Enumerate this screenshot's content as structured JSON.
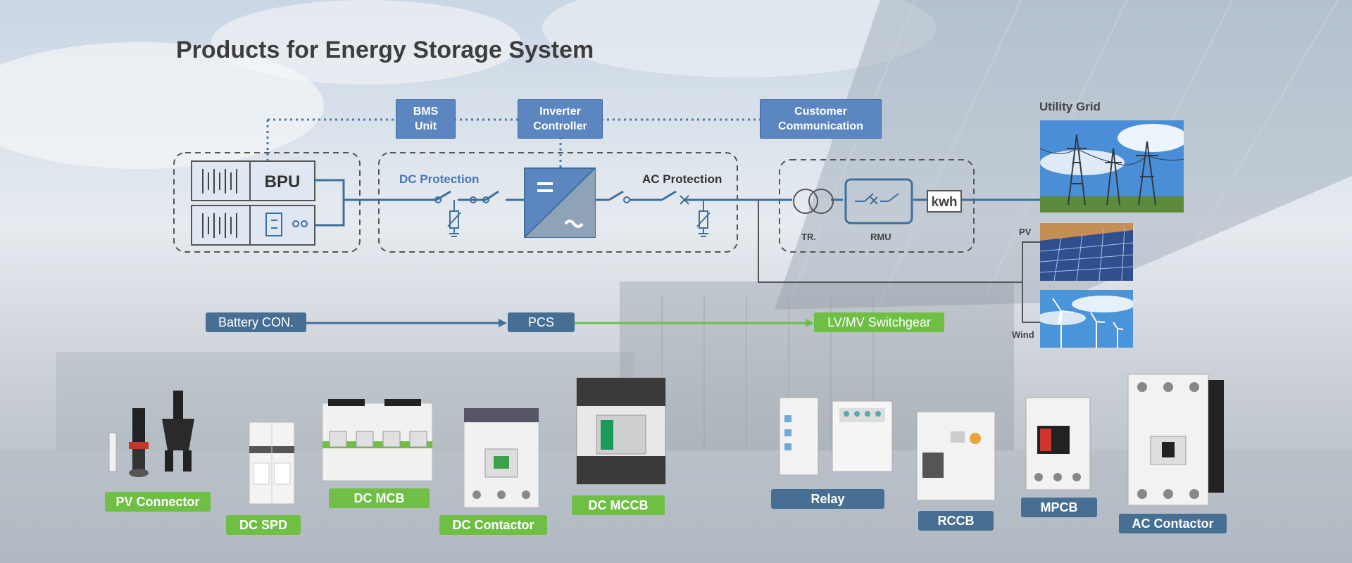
{
  "title": "Products for Energy Storage System",
  "control": {
    "bms": "BMS\nUnit",
    "inverter": "Inverter\nController",
    "customer": "Customer\nCommunication"
  },
  "diagram": {
    "bpu": "BPU",
    "dc_protection": "DC Protection",
    "ac_protection": "AC Protection",
    "tr": "TR.",
    "rmu": "RMU",
    "kwh": "kwh",
    "utility_grid": "Utility Grid",
    "pv": "PV",
    "wind": "Wind"
  },
  "flow": {
    "battery": "Battery CON.",
    "pcs": "PCS",
    "switchgear": "LV/MV Switchgear"
  },
  "products": {
    "pv_connector": "PV Connector",
    "dc_spd": "DC SPD",
    "dc_mcb": "DC MCB",
    "dc_contactor": "DC Contactor",
    "dc_mccb": "DC MCCB",
    "relay": "Relay",
    "rccb": "RCCB",
    "mpcb": "MPCB",
    "ac_contactor": "AC Contactor"
  },
  "colors": {
    "accent_blue": "#5b86bf",
    "line_blue": "#3f6f9c",
    "green": "#6fbf45",
    "slate": "#466f93"
  }
}
